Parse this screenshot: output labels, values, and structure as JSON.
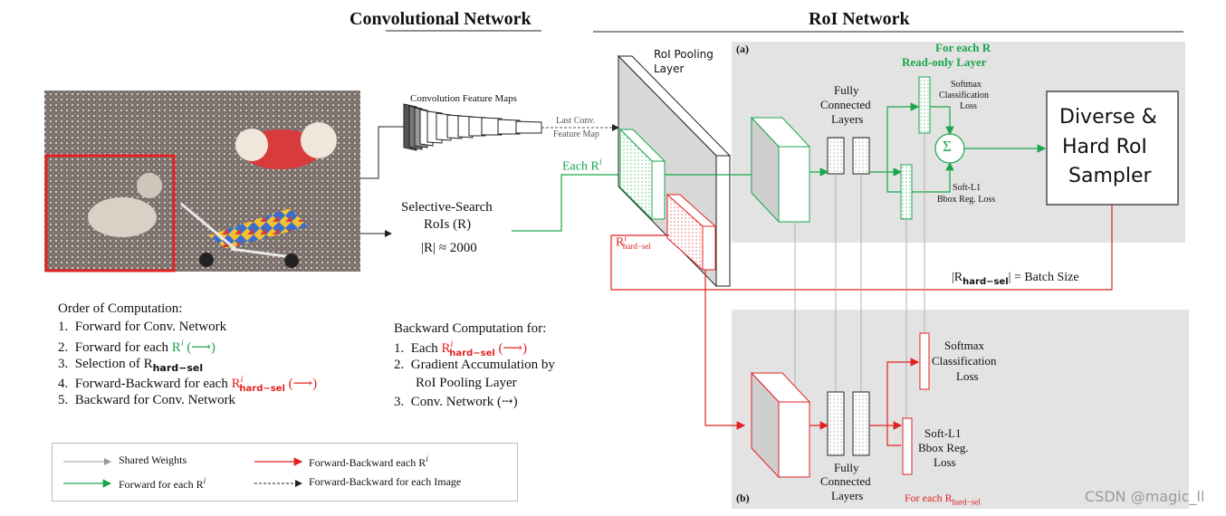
{
  "headers": {
    "conv_title": "Convolutional Network",
    "roi_title": "RoI Network"
  },
  "labels": {
    "conv_feature_maps": "Convolution Feature Maps",
    "last_conv_1": "Last Conv.",
    "last_conv_2": "Feature Map",
    "selective_search_1": "Selective-Search",
    "selective_search_2": "RoIs (R)",
    "r_count": "|R| ≈ 2000",
    "each_r": "Each R",
    "each_r_sup": "i",
    "r_hard": "R",
    "r_hard_sup": "i",
    "r_hard_sub": "hard−sel",
    "roi_pool_1": "RoI Pooling",
    "roi_pool_2": "Layer",
    "panel_a": "(a)",
    "panel_b": "(b)",
    "for_each_r": "For each R",
    "read_only": "Read-only Layer",
    "fc_1": "Fully",
    "fc_2": "Connected",
    "fc_3": "Layers",
    "softmax_a_1": "Softmax",
    "softmax_a_2": "Classification",
    "softmax_a_3": "Loss",
    "softl1_a_1": "Soft-L1",
    "softl1_a_2": "Bbox Reg. Loss",
    "sigma": "Σ",
    "sampler_1": "Diverse &",
    "sampler_2": "Hard RoI",
    "sampler_3": "Sampler",
    "batch_pre": "|R",
    "batch_sub": "hard−sel",
    "batch_post": "| = Batch Size",
    "softmax_b_1": "Softmax",
    "softmax_b_2": "Classification",
    "softmax_b_3": "Loss",
    "softl1_b_1": "Soft-L1",
    "softl1_b_2": "Bbox Reg.",
    "softl1_b_3": "Loss",
    "fc_b_1": "Fully",
    "fc_b_2": "Connected",
    "fc_b_3": "Layers",
    "for_each_hard_pre": "For each R",
    "for_each_hard_sub": "hard−sel",
    "watermark": "CSDN @magic_ll"
  },
  "order": {
    "title": "Order of Computation:",
    "items": [
      {
        "num": "1.",
        "text": "Forward for Conv. Network"
      },
      {
        "num": "2.",
        "text": "Forward for each ",
        "r": "R",
        "sup": "i",
        "arrow": " (⟶)"
      },
      {
        "num": "3.",
        "text": "Selection of R",
        "sub": "hard−sel"
      },
      {
        "num": "4.",
        "text": "Forward-Backward for each ",
        "r": "R",
        "sup": "i",
        "sub": "hard−sel",
        "arrow": " (⟶)"
      },
      {
        "num": "5.",
        "text": "Backward for Conv. Network"
      }
    ]
  },
  "backward": {
    "title": "Backward Computation for:",
    "items": [
      {
        "num": "1.",
        "text": "Each ",
        "r": "R",
        "sup": "i",
        "sub": "hard−sel",
        "arrow": " (⟶)"
      },
      {
        "num": "2.",
        "text": "Gradient Accumulation by"
      },
      {
        "num": "",
        "text": "RoI Pooling Layer"
      },
      {
        "num": "3.",
        "text": "Conv. Network (",
        "arrow": "⤏",
        "close": ")"
      }
    ]
  },
  "legend": {
    "shared": "Shared Weights",
    "forward": "Forward for each R",
    "forward_sup": "i",
    "fb_each": "Forward-Backward each R",
    "fb_each_sup": "i",
    "fb_image": "Forward-Backward for each Image"
  },
  "colors": {
    "green": "#1aa64a",
    "red": "#e22222",
    "panel": "#e3e3e3",
    "gray_line": "#b0b0b0"
  }
}
